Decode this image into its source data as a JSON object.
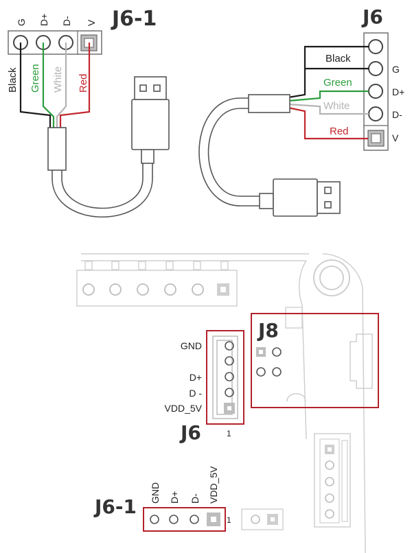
{
  "colors": {
    "black_wire": "#1a1a1a",
    "green_wire": "#2a9d3c",
    "white_wire": "#b3b3b3",
    "red_wire": "#c1272d",
    "highlight": "#b3212a",
    "outline": "#555555",
    "board": "#cfcfcf"
  },
  "top_left": {
    "title": "J6-1",
    "pins": [
      "G",
      "D+",
      "D-",
      "V"
    ],
    "wires": [
      "Black",
      "Green",
      "White",
      "Red"
    ]
  },
  "top_right": {
    "title": "J6",
    "pins": [
      "G",
      "D+",
      "D-",
      "V"
    ],
    "wires": [
      "Black",
      "Green",
      "White",
      "Red"
    ]
  },
  "board": {
    "j6_title": "J6",
    "j6_pins": [
      "GND",
      "D+",
      "D -",
      "VDD_5V"
    ],
    "j6_pin1": "1",
    "j8_title": "J8",
    "j61_title": "J6-1",
    "j61_pins": [
      "GND",
      "D+",
      "D-",
      "VDD_5V"
    ],
    "j61_pin1": "1"
  }
}
